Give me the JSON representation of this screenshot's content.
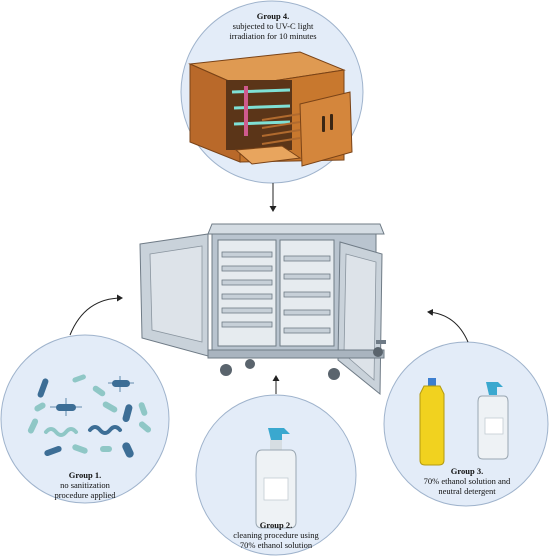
{
  "groups": {
    "g4": {
      "title": "Group 4.",
      "line1": "subjected to UV-C light",
      "line2": "irradiation for 10 minutes"
    },
    "g1": {
      "title": "Group 1.",
      "line1": "no sanitization",
      "line2": "procedure applied"
    },
    "g2": {
      "title": "Group 2.",
      "line1": "cleaning procedure using",
      "line2": "70% ethanol solution"
    },
    "g3": {
      "title": "Group 3.",
      "line1": "70% ethanol solution and",
      "line2": "neutral detergent"
    }
  },
  "colors": {
    "circle_fill": "#e3ecf8",
    "circle_stroke": "#9fb3cc",
    "cart_metal": "#b9c4cf",
    "cart_dark": "#6f7b86",
    "wood": "#c8782e",
    "bacteria_dark": "#3d6e96",
    "bacteria_light": "#8fc7c6",
    "ethanol_yellow": "#f1d21f"
  },
  "icons": [
    "uv-cabinet-icon",
    "food-cart-icon",
    "bacteria-icon",
    "spray-bottle-icon",
    "detergent-bottle-icon",
    "arrow-icon"
  ]
}
